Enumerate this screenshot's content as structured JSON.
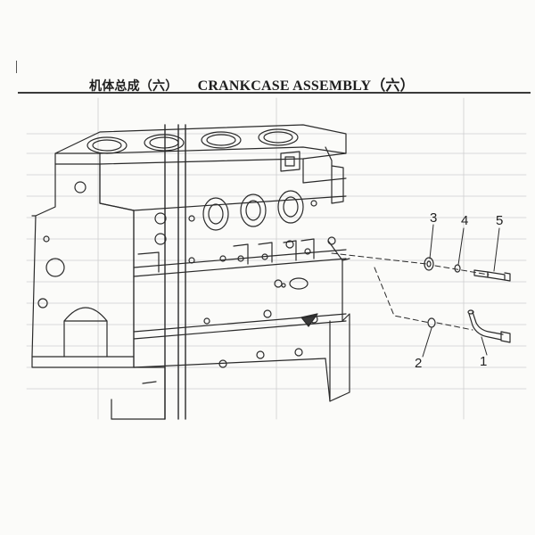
{
  "header": {
    "title_cn": "机体总成（六）",
    "title_en": "CRANKCASE ASSEMBLY（六）"
  },
  "diagram": {
    "callouts": [
      {
        "id": "1",
        "label": "1"
      },
      {
        "id": "2",
        "label": "2"
      },
      {
        "id": "3",
        "label": "3"
      },
      {
        "id": "4",
        "label": "4"
      },
      {
        "id": "5",
        "label": "5"
      }
    ],
    "line_color": "#2a2a2a",
    "paper_color": "#fbfbf9"
  }
}
